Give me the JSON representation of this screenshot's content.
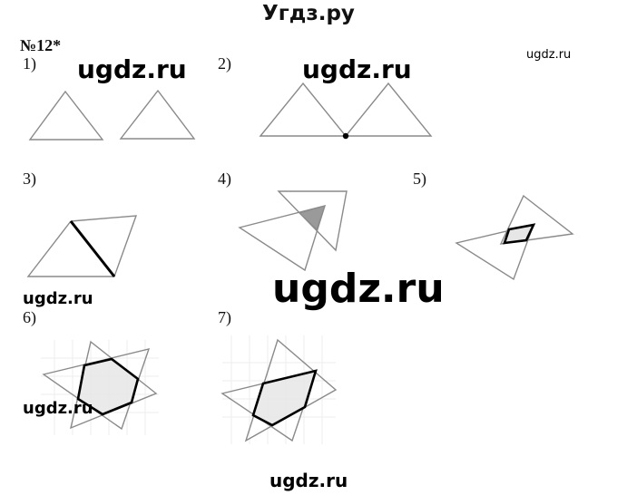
{
  "header": {
    "title": "Угдз.ру"
  },
  "task": {
    "number": "№12*"
  },
  "figures": [
    {
      "id": "1",
      "label": "1)"
    },
    {
      "id": "2",
      "label": "2)"
    },
    {
      "id": "3",
      "label": "3)"
    },
    {
      "id": "4",
      "label": "4)"
    },
    {
      "id": "5",
      "label": "5)"
    },
    {
      "id": "6",
      "label": "6)"
    },
    {
      "id": "7",
      "label": "7)"
    }
  ],
  "watermarks": {
    "top_left": "ugdz.ru",
    "top_center": "ugdz.ru",
    "top_right": "ugdz.ru",
    "center": "ugdz.ru",
    "left_mid": "ugdz.ru",
    "left_low": "ugdz.ru",
    "bottom": "ugdz.ru"
  },
  "colors": {
    "thin_line": "#8a8a8a",
    "thick_line": "#000000",
    "shade_dark": "#9a9a9a",
    "shade_light": "#e6e6e6"
  }
}
